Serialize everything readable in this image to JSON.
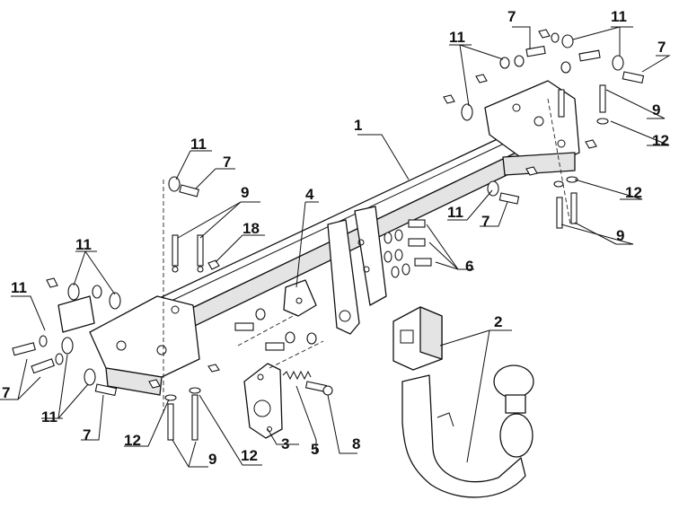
{
  "callouts": {
    "c1": "1",
    "c2": "2",
    "c3": "3",
    "c4": "4",
    "c5": "5",
    "c6": "6",
    "c7": "7",
    "c8": "8",
    "c9": "9",
    "c11": "11",
    "c12": "12",
    "c18": "18"
  }
}
